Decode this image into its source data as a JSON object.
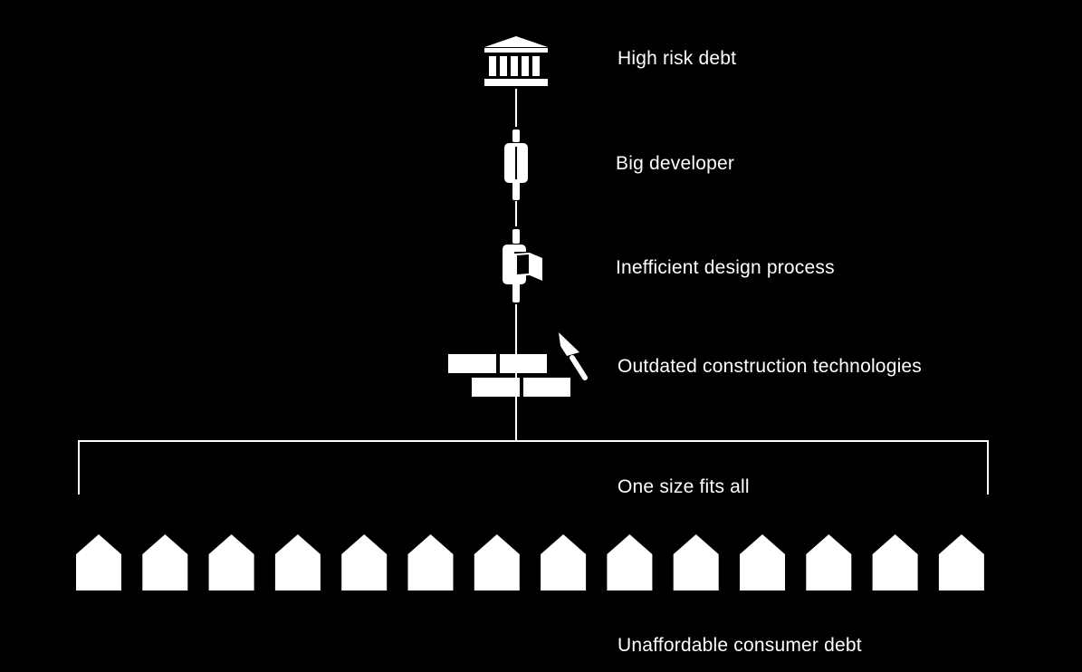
{
  "diagram": {
    "labels": {
      "high_risk_debt": "High risk debt",
      "big_developer": "Big developer",
      "inefficient_design": "Inefficient design process",
      "outdated_construction": "Outdated construction technologies",
      "one_size": "One size fits all",
      "unaffordable_debt": "Unaffordable consumer debt"
    },
    "icons": [
      "bank-icon",
      "developer-figure-icon",
      "designer-figure-icon",
      "bricks-icon",
      "trowel-icon",
      "house-icon"
    ],
    "house_count": 14,
    "colors": {
      "background": "#000000",
      "foreground": "#ffffff"
    }
  }
}
